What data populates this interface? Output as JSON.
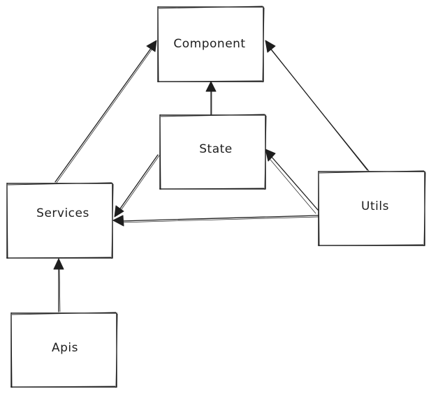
{
  "diagram": {
    "nodes": [
      {
        "id": "component",
        "label": "Component"
      },
      {
        "id": "state",
        "label": "State"
      },
      {
        "id": "services",
        "label": "Services"
      },
      {
        "id": "utils",
        "label": "Utils"
      },
      {
        "id": "apis",
        "label": "Apis"
      }
    ],
    "edges": [
      {
        "from": "services",
        "to": "component"
      },
      {
        "from": "state",
        "to": "component"
      },
      {
        "from": "utils",
        "to": "component"
      },
      {
        "from": "state",
        "to": "services"
      },
      {
        "from": "utils",
        "to": "services"
      },
      {
        "from": "utils",
        "to": "state"
      },
      {
        "from": "apis",
        "to": "services"
      }
    ]
  }
}
